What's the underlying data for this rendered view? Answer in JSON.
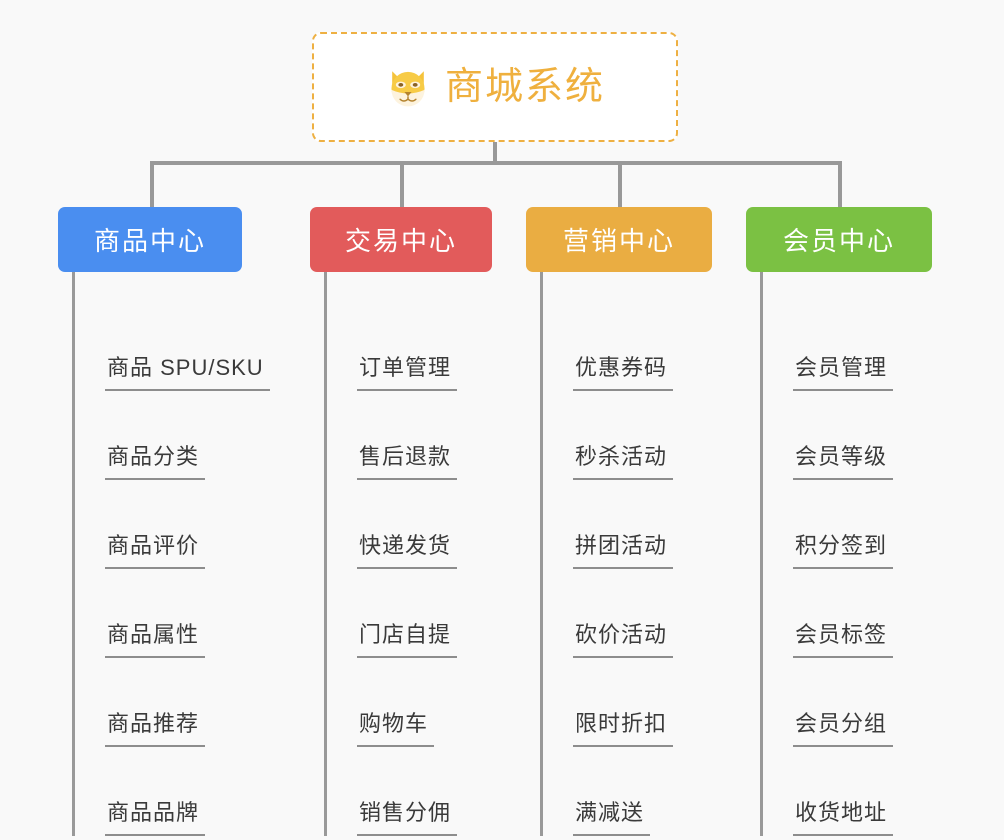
{
  "root": {
    "title": "商城系统",
    "icon": "shiba-dog-face-icon",
    "border_color": "#eeb042",
    "text_color": "#efb03e",
    "background": "#ffffff"
  },
  "canvas": {
    "background": "#f9f9f9",
    "connector_color": "#999999"
  },
  "columns": [
    {
      "category": "商品中心",
      "color": "#4a8ef0",
      "items": [
        "商品 SPU/SKU",
        "商品分类",
        "商品评价",
        "商品属性",
        "商品推荐",
        "商品品牌"
      ]
    },
    {
      "category": "交易中心",
      "color": "#e25b5b",
      "items": [
        "订单管理",
        "售后退款",
        "快递发货",
        "门店自提",
        "购物车",
        "销售分佣"
      ]
    },
    {
      "category": "营销中心",
      "color": "#eaad42",
      "items": [
        "优惠券码",
        "秒杀活动",
        "拼团活动",
        "砍价活动",
        "限时折扣",
        "满减送"
      ]
    },
    {
      "category": "会员中心",
      "color": "#7bc143",
      "items": [
        "会员管理",
        "会员等级",
        "积分签到",
        "会员标签",
        "会员分组",
        "收货地址"
      ]
    }
  ]
}
